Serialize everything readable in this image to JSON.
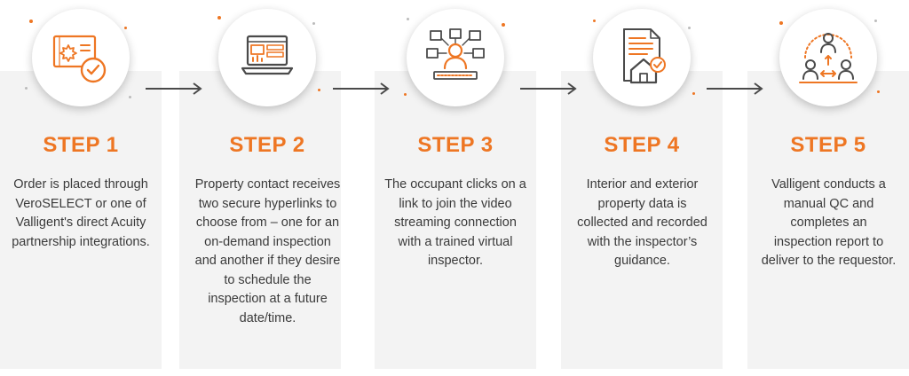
{
  "colors": {
    "accent": "#ee7623",
    "dark": "#4a4a4a",
    "panel": "#f3f3f3"
  },
  "steps": [
    {
      "title": "STEP 1",
      "icon": "certificate-check-icon",
      "description": "Order is placed through VeroSELECT or one of Valligent's direct Acuity partnership integrations."
    },
    {
      "title": "STEP 2",
      "icon": "laptop-dashboard-icon",
      "description": "Property contact receives two secure hyperlinks to choose from – one for an on-demand inspection and another if they desire to schedule the inspection at a future date/time."
    },
    {
      "title": "STEP 3",
      "icon": "video-inspector-network-icon",
      "description": "The occupant clicks on a link to join the video streaming connection with a trained virtual inspector."
    },
    {
      "title": "STEP 4",
      "icon": "property-report-icon",
      "description": "Interior and exterior property data is collected and recorded with the inspector’s guidance."
    },
    {
      "title": "STEP 5",
      "icon": "qc-review-team-icon",
      "description": "Valligent conducts a manual QC and completes an inspection report to deliver to the requestor."
    }
  ]
}
